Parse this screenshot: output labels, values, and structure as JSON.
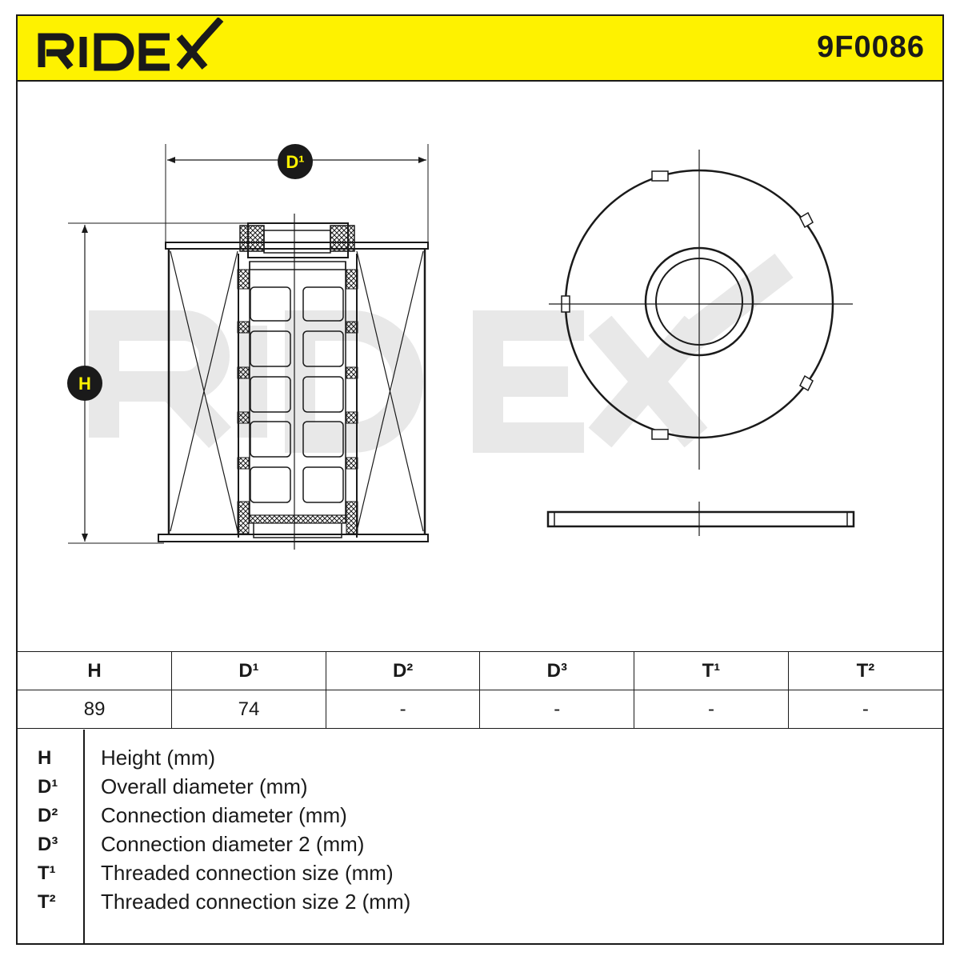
{
  "brand": "RIDEX",
  "part_number": "9F0086",
  "colors": {
    "brand_yellow": "#fef200",
    "ink": "#1a1a1a",
    "watermark": "#e8e8e8"
  },
  "diagram_labels": {
    "diameter_badge": "D¹",
    "height_badge": "H"
  },
  "table": {
    "headers": [
      "H",
      "D¹",
      "D²",
      "D³",
      "T¹",
      "T²"
    ],
    "values": [
      "89",
      "74",
      "-",
      "-",
      "-",
      "-"
    ]
  },
  "legend": [
    {
      "symbol": "H",
      "text": "Height (mm)"
    },
    {
      "symbol": "D¹",
      "text": "Overall diameter (mm)"
    },
    {
      "symbol": "D²",
      "text": "Connection diameter (mm)"
    },
    {
      "symbol": "D³",
      "text": "Connection diameter 2 (mm)"
    },
    {
      "symbol": "T¹",
      "text": "Threaded connection size (mm)"
    },
    {
      "symbol": "T²",
      "text": "Threaded connection size 2 (mm)"
    }
  ]
}
